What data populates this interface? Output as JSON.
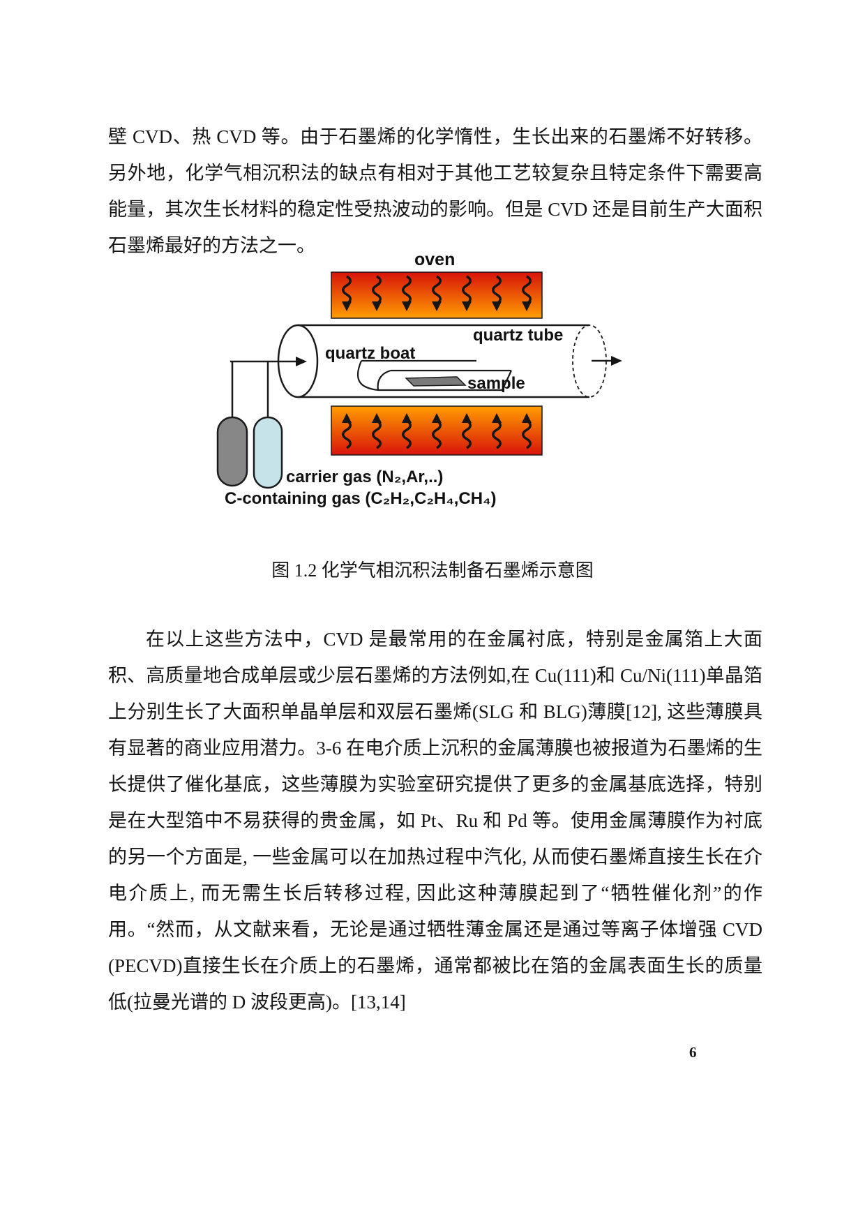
{
  "page": {
    "number": "6"
  },
  "paragraph1": {
    "text": "壁 CVD、热 CVD 等。由于石墨烯的化学惰性，生长出来的石墨烯不好转移。另外地，化学气相沉积法的缺点有相对于其他工艺较复杂且特定条件下需要高能量，其次生长材料的稳定性受热波动的影响。但是 CVD 还是目前生产大面积石墨烯最好的方法之一。"
  },
  "figure": {
    "labels": {
      "oven": "oven",
      "quartz_tube": "quartz tube",
      "quartz_boat": "quartz boat",
      "sample": "sample",
      "carrier_gas": "carrier gas (N₂,Ar,..)",
      "c_containing_gas": "C-containing gas (C₂H₂,C₂H₄,CH₄)"
    },
    "colors": {
      "heat_red": "#d8130a",
      "heat_orange": "#ff9d00",
      "cylinder_gray": "#878787",
      "cylinder_blue": "#c5e3e8",
      "sample_gray": "#7a7a7a"
    },
    "caption": "图 1.2 化学气相沉积法制备石墨烯示意图"
  },
  "paragraph2": {
    "text": "在以上这些方法中，CVD 是最常用的在金属衬底，特别是金属箔上大面积、高质量地合成单层或少层石墨烯的方法例如,在 Cu(111)和 Cu/Ni(111)单晶箔上分别生长了大面积单晶单层和双层石墨烯(SLG 和 BLG)薄膜[12], 这些薄膜具有显著的商业应用潜力。3-6 在电介质上沉积的金属薄膜也被报道为石墨烯的生长提供了催化基底，这些薄膜为实验室研究提供了更多的金属基底选择，特别是在大型箔中不易获得的贵金属，如 Pt、Ru 和 Pd 等。使用金属薄膜作为衬底的另一个方面是, 一些金属可以在加热过程中汽化, 从而使石墨烯直接生长在介电介质上, 而无需生长后转移过程, 因此这种薄膜起到了“牺牲催化剂”的作用。“然而，从文献来看，无论是通过牺牲薄金属还是通过等离子体增强 CVD (PECVD)直接生长在介质上的石墨烯，通常都被比在箔的金属表面生长的质量低(拉曼光谱的 D 波段更高)。[13,14]"
  }
}
